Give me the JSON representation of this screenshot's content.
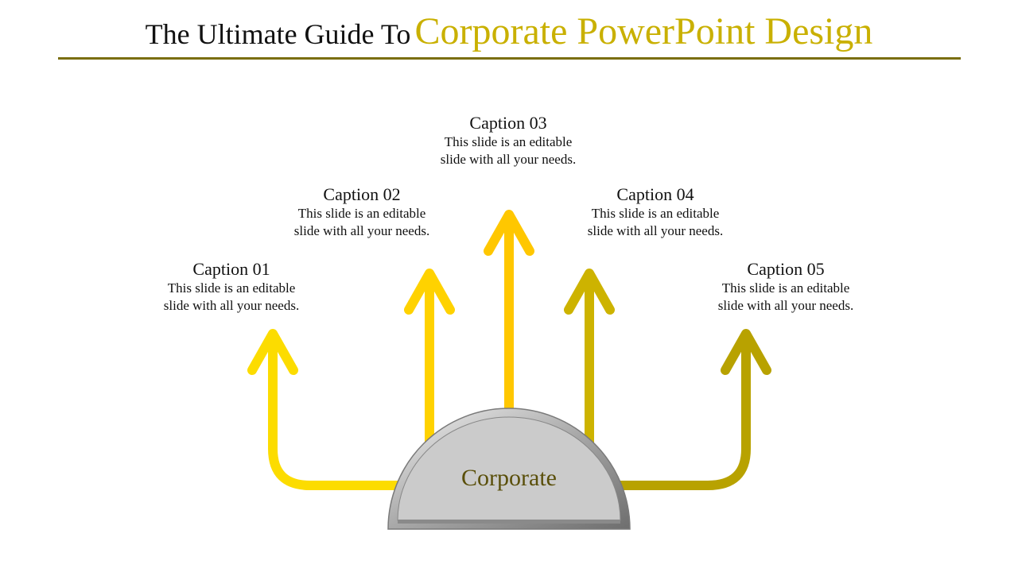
{
  "title": {
    "part1": "The Ultimate Guide To",
    "part2": "Corporate PowerPoint Design"
  },
  "center": {
    "label": "Corporate"
  },
  "captions": [
    {
      "title": "Caption 01",
      "line1": "This slide is an editable",
      "line2": "slide with all your needs.",
      "color": "#FCDC00"
    },
    {
      "title": "Caption 02",
      "line1": "This slide is an editable",
      "line2": "slide with all your needs.",
      "color": "#FFD200"
    },
    {
      "title": "Caption 03",
      "line1": "This slide is an editable",
      "line2": "slide with all your needs.",
      "color": "#FFC700"
    },
    {
      "title": "Caption 04",
      "line1": "This slide is an editable",
      "line2": "slide with all your needs.",
      "color": "#CDB300"
    },
    {
      "title": "Caption 05",
      "line1": "This slide is an editable",
      "line2": "slide with all your needs.",
      "color": "#B8A200"
    }
  ]
}
